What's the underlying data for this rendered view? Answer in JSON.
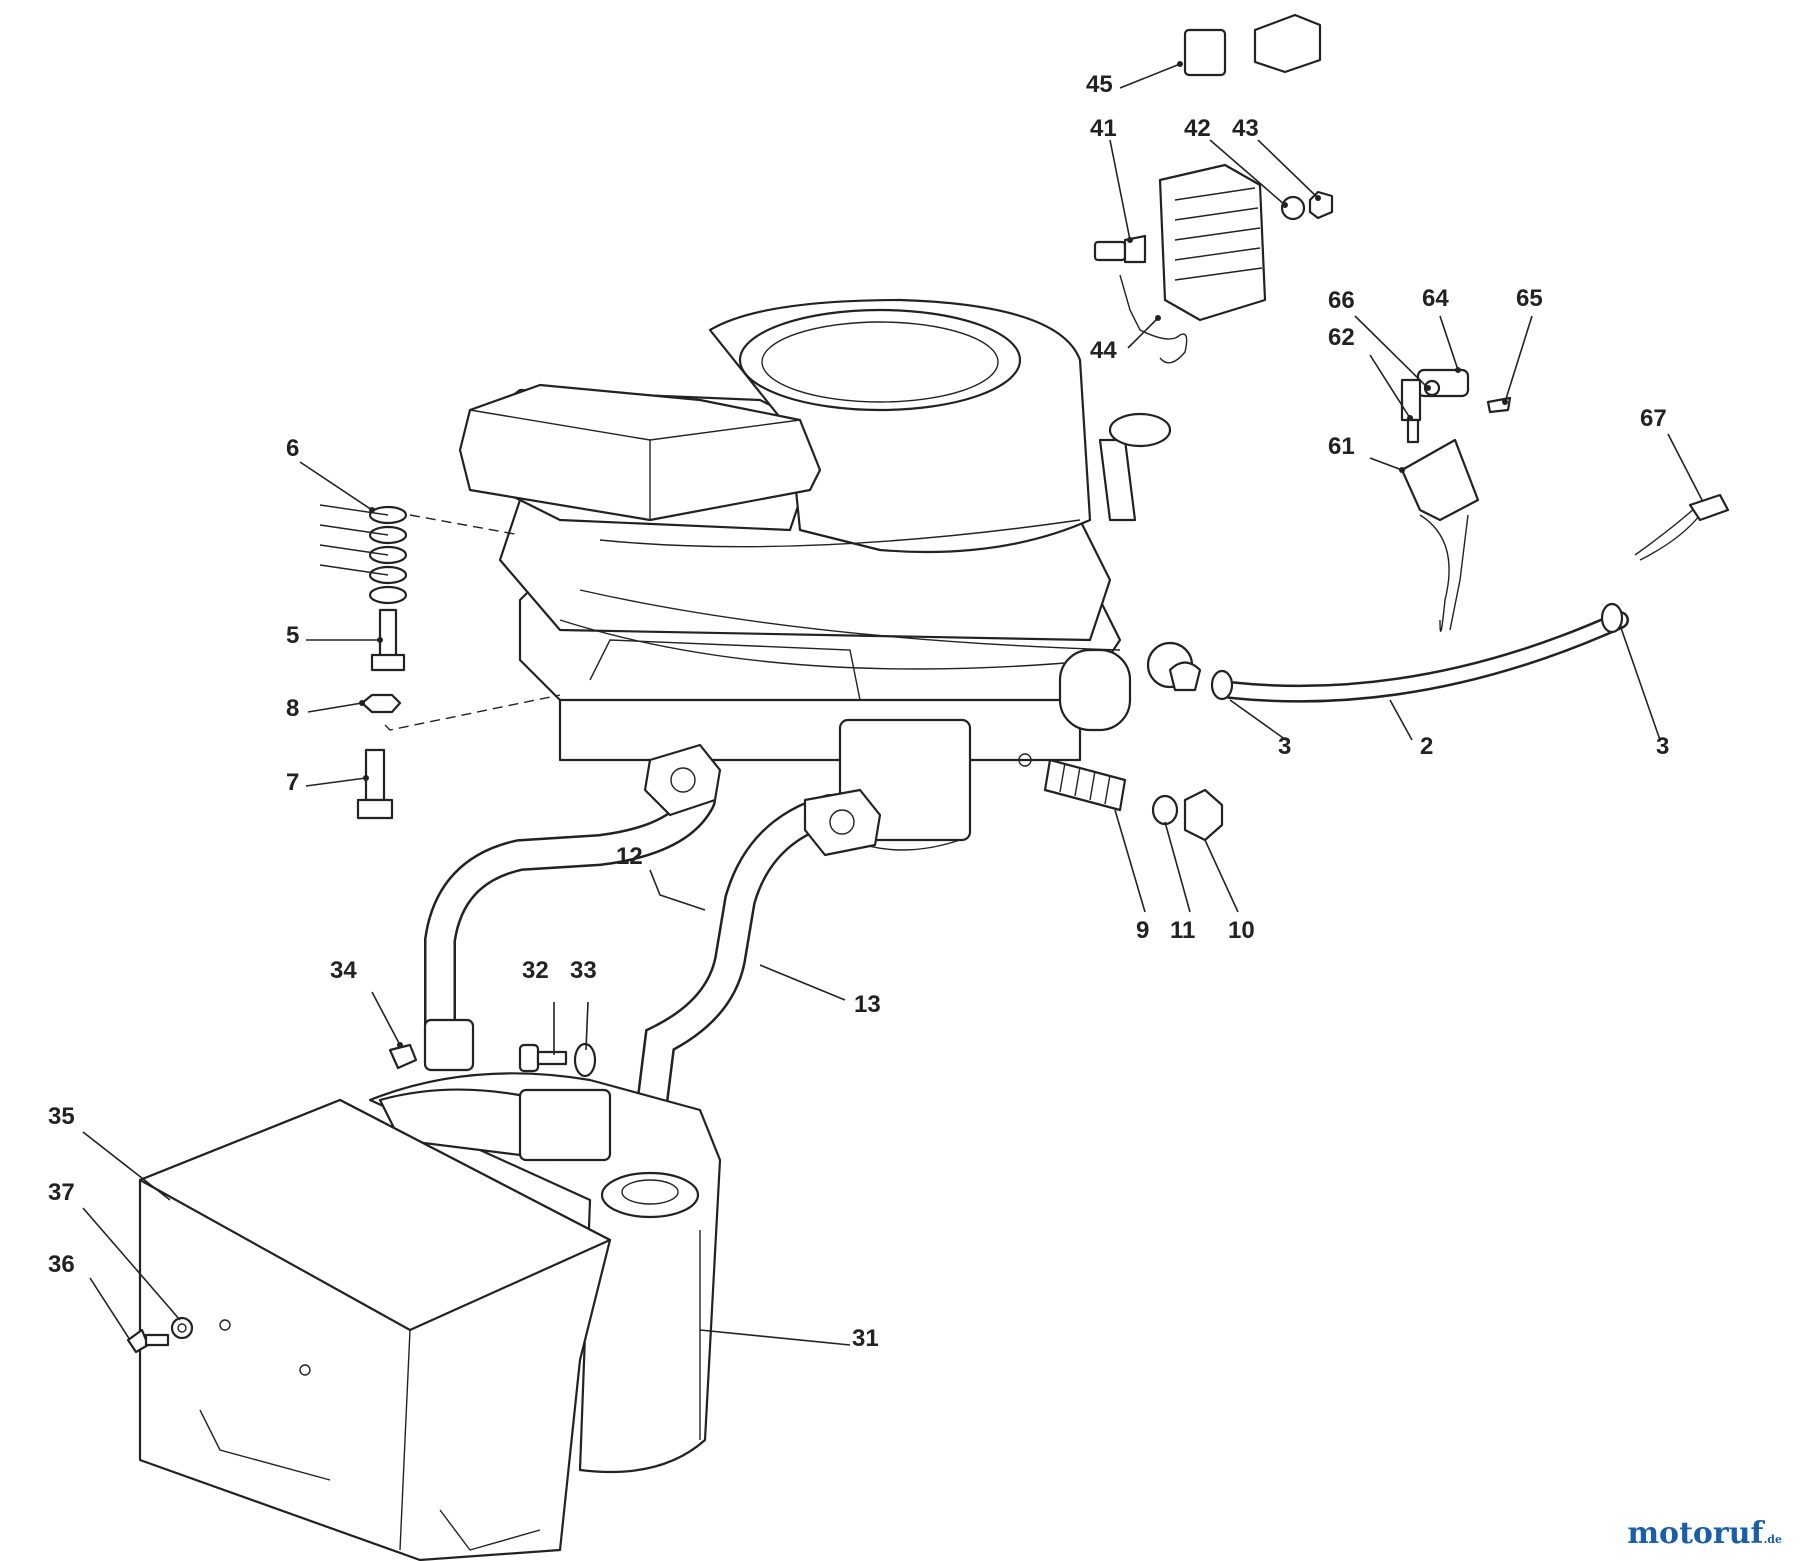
{
  "parts": {
    "p2": "2",
    "p3a": "3",
    "p3b": "3",
    "p5": "5",
    "p6": "6",
    "p7": "7",
    "p8": "8",
    "p9": "9",
    "p10": "10",
    "p11": "11",
    "p12": "12",
    "p13": "13",
    "p31": "31",
    "p32": "32",
    "p33": "33",
    "p34": "34",
    "p35": "35",
    "p36": "36",
    "p37": "37",
    "p41": "41",
    "p42": "42",
    "p43": "43",
    "p44": "44",
    "p45": "45",
    "p61": "61",
    "p62": "62",
    "p64": "64",
    "p65": "65",
    "p66": "66",
    "p67": "67"
  },
  "watermark": {
    "brand": "motoruf",
    "suffix": ".de",
    "colors": {
      "primary": "#1a5ea8",
      "accent": "#e07a1a"
    }
  }
}
